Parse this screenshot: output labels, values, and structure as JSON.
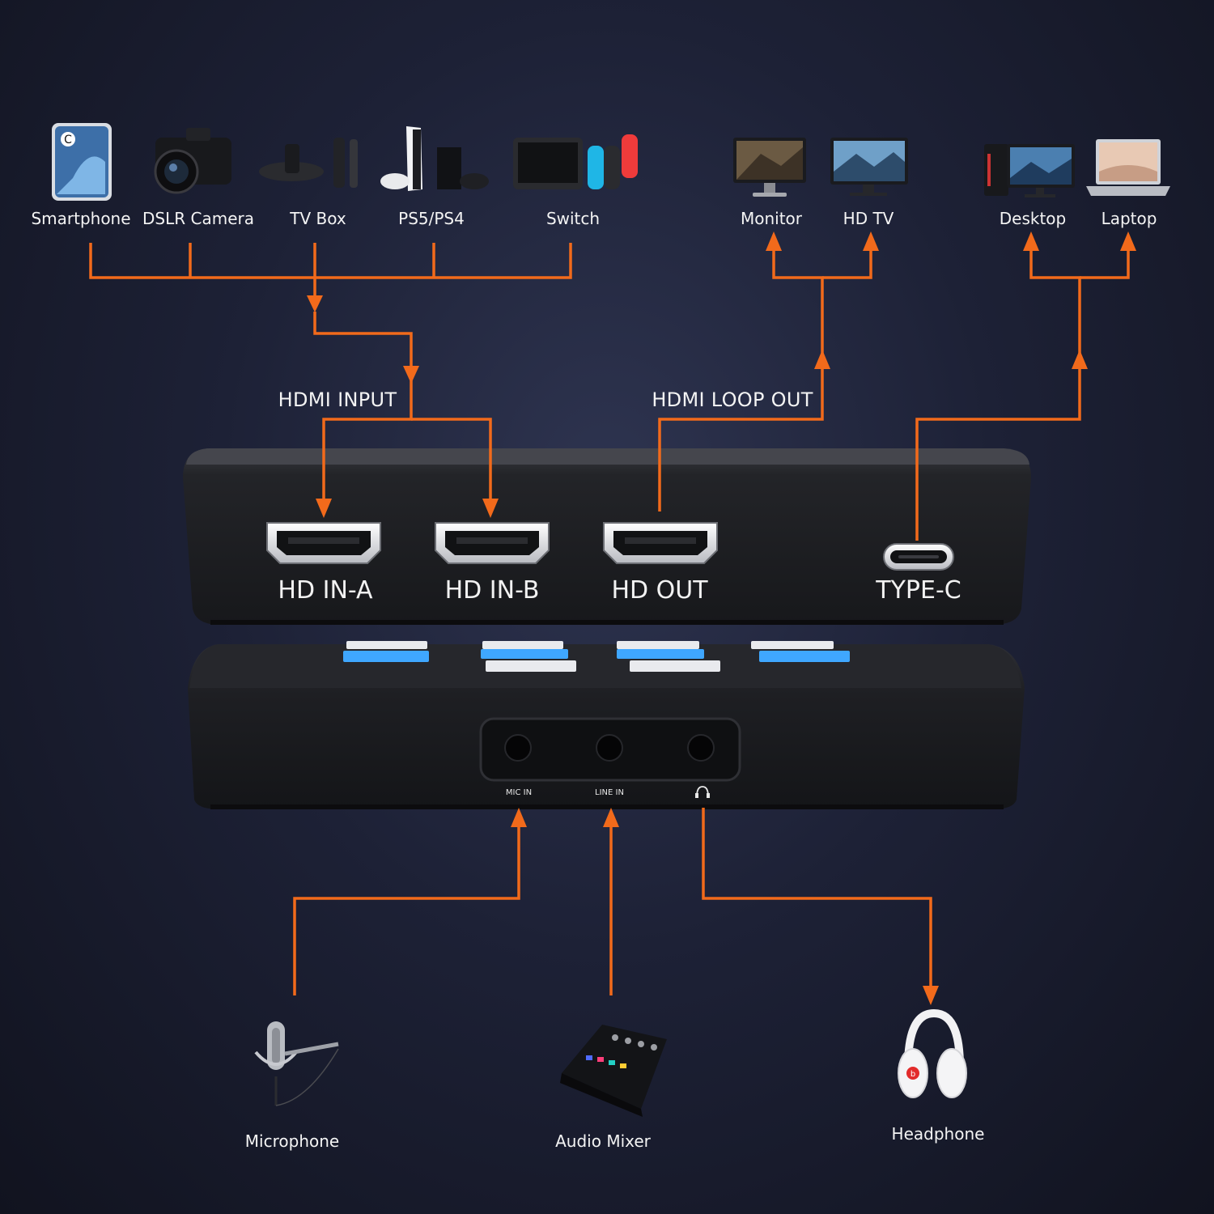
{
  "sources": {
    "smartphone": "Smartphone",
    "dslr": "DSLR Camera",
    "tvbox": "TV Box",
    "ps": "PS5/PS4",
    "switch": "Switch"
  },
  "displays": {
    "monitor": "Monitor",
    "hdtv": "HD TV",
    "desktop": "Desktop",
    "laptop": "Laptop"
  },
  "sections": {
    "hdmi_input": "HDMI INPUT",
    "hdmi_loop_out": "HDMI LOOP OUT"
  },
  "ports": {
    "in_a": "HD IN-A",
    "in_b": "HD IN-B",
    "out": "HD OUT",
    "typec": "TYPE-C"
  },
  "audio_ports": {
    "mic_in": "MIC IN",
    "line_in": "LINE IN"
  },
  "audio_devices": {
    "microphone": "Microphone",
    "mixer": "Audio Mixer",
    "headphone": "Headphone"
  },
  "colors": {
    "arrow": "#f26a1b",
    "device_body": "#1c1d22",
    "led": "#3fa7ff"
  }
}
